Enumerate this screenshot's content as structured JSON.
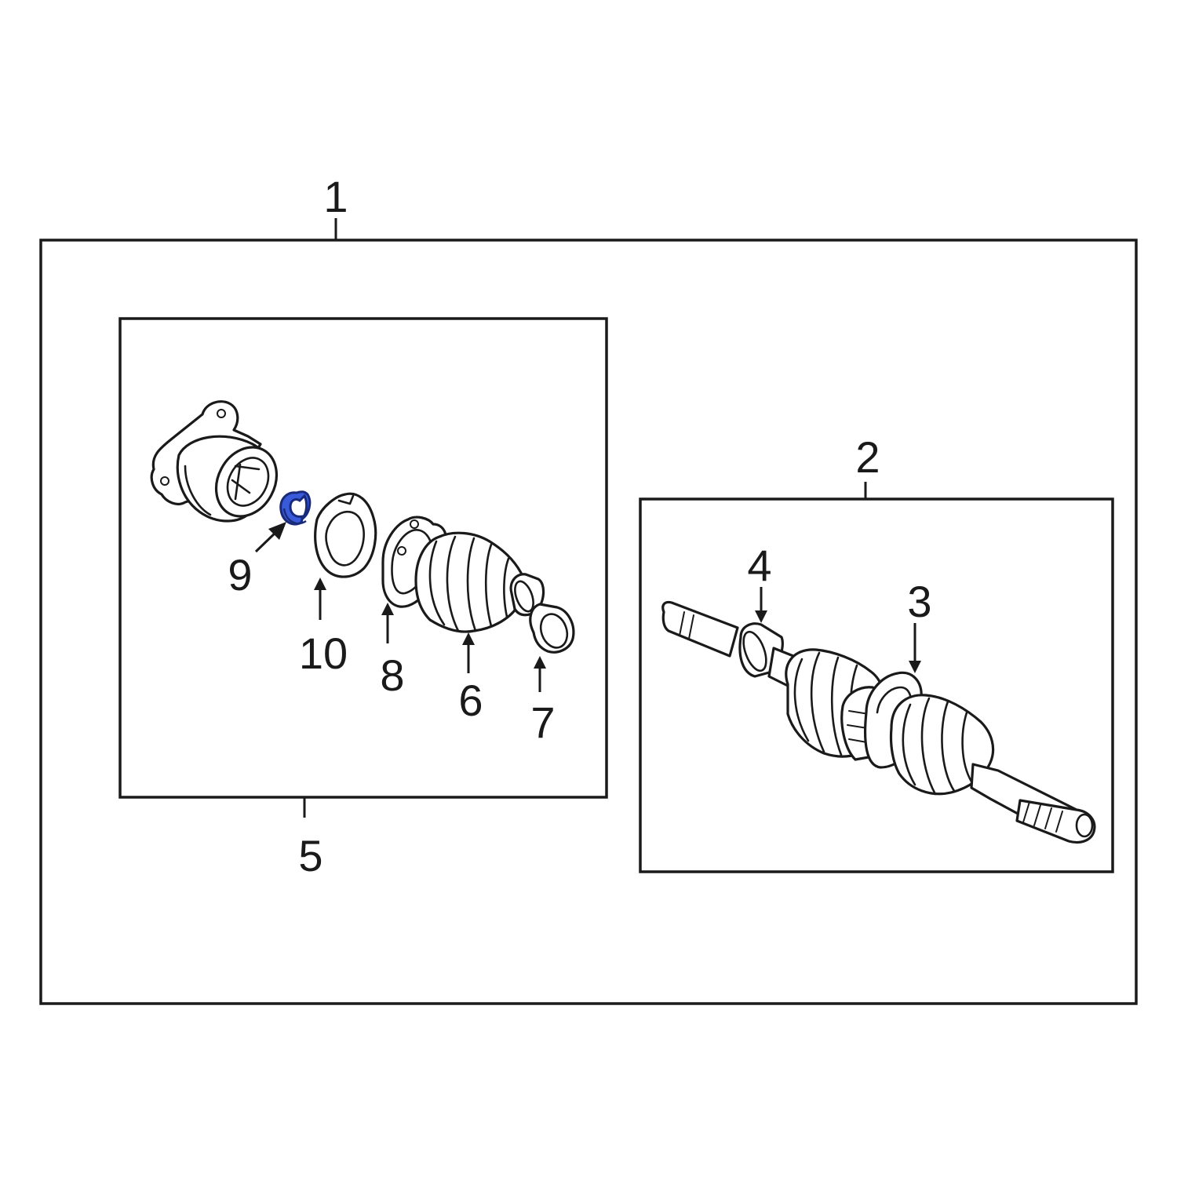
{
  "callouts": {
    "c1": "1",
    "c2": "2",
    "c3": "3",
    "c4": "4",
    "c5": "5",
    "c6": "6",
    "c7": "7",
    "c8": "8",
    "c9": "9",
    "c10": "10"
  },
  "colors": {
    "line": "#1a1a1a",
    "background": "#ffffff",
    "highlight_fill": "#3a5bd9",
    "highlight_stroke": "#1a2a7a"
  },
  "highlighted_part": "9"
}
